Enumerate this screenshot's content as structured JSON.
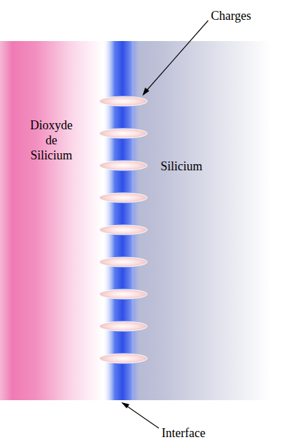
{
  "diagram": {
    "nodes": [
      {
        "text": [
          "Dioxyde de Silicium"
        ]
      },
      {
        "text": [
          "Silicium"
        ]
      }
    ],
    "labels": [
      "Charges",
      "Interface"
    ]
  }
}
